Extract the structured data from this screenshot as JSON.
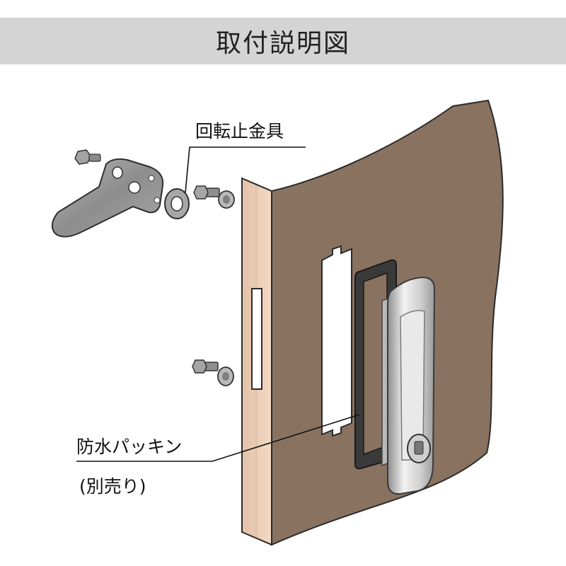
{
  "title": "取付説明図",
  "labels": {
    "bracket": "回転止金具",
    "gasket": "防水パッキン",
    "sold_separately": "(別売り)"
  },
  "colors": {
    "title_bg": "#d4d4d4",
    "panel": "#8a7260",
    "door_edge": "#eccdb5",
    "metal": "#9a9a9a",
    "handle": "#d8d8d8"
  }
}
